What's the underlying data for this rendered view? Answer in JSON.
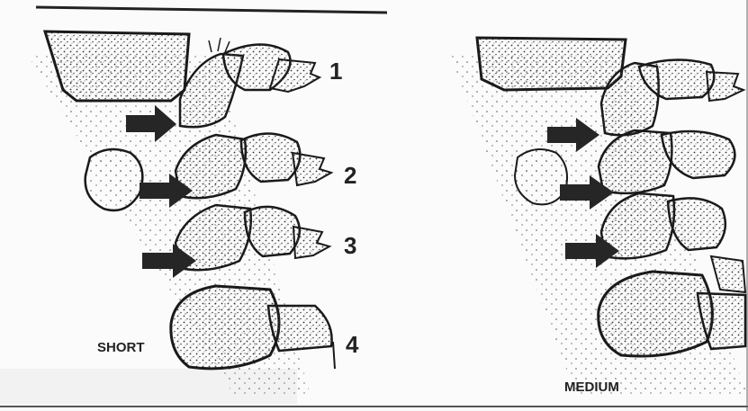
{
  "labels": {
    "n1": "1",
    "n2": "2",
    "n3": "3",
    "n4": "4",
    "short": "SHORT",
    "medium": "MEDIUM"
  },
  "colors": {
    "ink": "#1a1a1a",
    "paper": "#fbfbfb",
    "arrow": "#262626"
  }
}
